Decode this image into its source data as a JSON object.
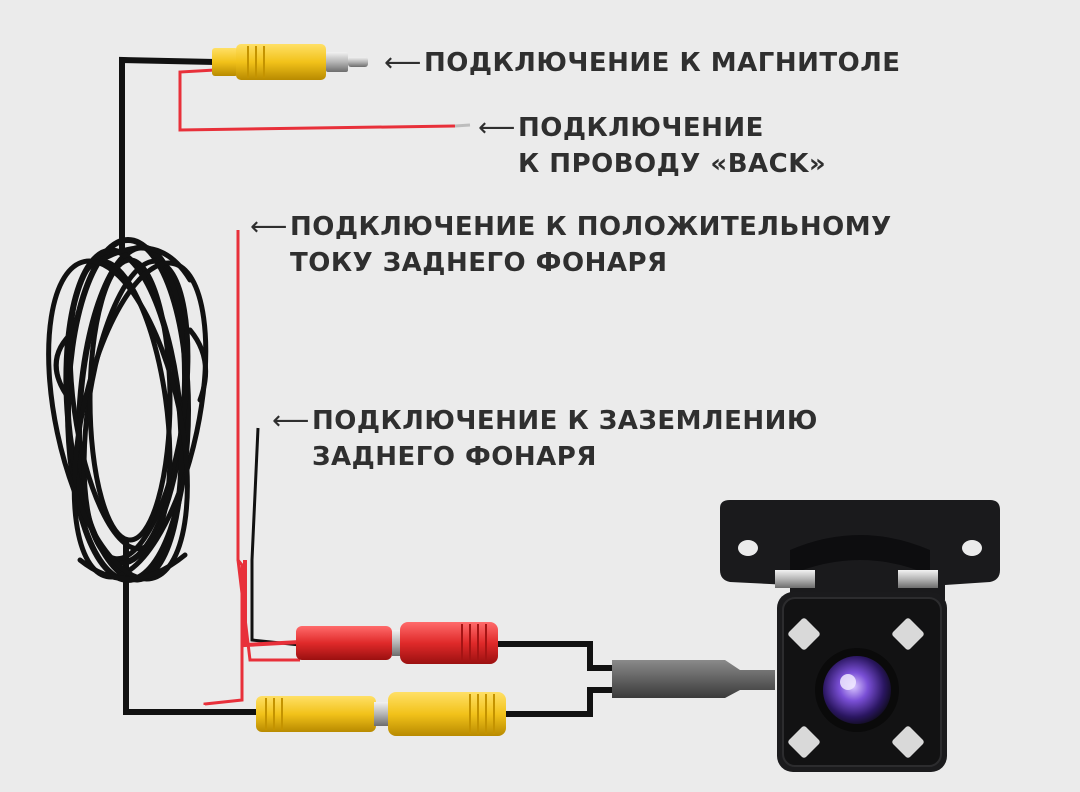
{
  "labels": {
    "head_unit": "ПОДКЛЮЧЕНИЕ К МАГНИТОЛЕ",
    "back_wire": [
      "ПОДКЛЮЧЕНИЕ",
      "К ПРОВОДУ «BACK»"
    ],
    "tail_light_positive": [
      "ПОДКЛЮЧЕНИЕ К ПОЛОЖИТЕЛЬНОМУ",
      "ТОКУ ЗАДНЕГО ФОНАРЯ"
    ],
    "tail_light_ground": [
      "ПОДКЛЮЧЕНИЕ К ЗАЗЕМЛЕНИЮ",
      "ЗАДНЕГО ФОНАРЯ"
    ]
  },
  "colors": {
    "background": "#ebebeb",
    "text": "#2f2f2f",
    "cable": "#111111",
    "red_wire": "#e8303a",
    "rca_yellow": "#f2c21a",
    "rca_red": "#e02a2a",
    "camera_body": "#1b1b1d",
    "lens": "#7a4fd6"
  },
  "icons": {
    "arrow": "arrow-left-icon",
    "camera": "rear-view-camera-icon",
    "cable_coil": "cable-coil-icon",
    "rca_plug": "rca-plug-icon"
  }
}
